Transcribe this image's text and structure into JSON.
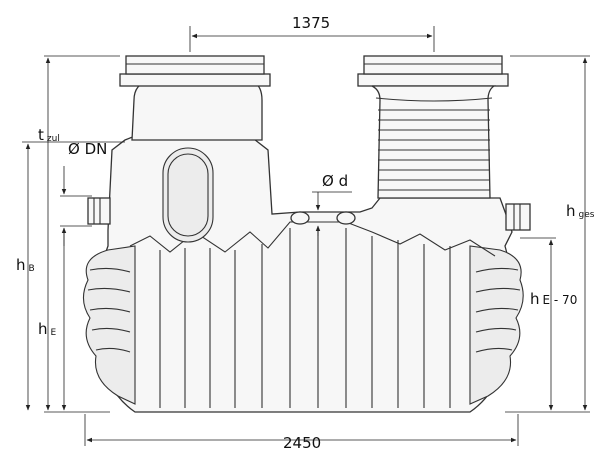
{
  "dimensions": {
    "top_width": "1375",
    "bottom_width": "2450",
    "pipe_diameter": "Ø d",
    "inlet_diameter": "Ø DN",
    "t_zul": {
      "main": "t",
      "sub": "zul"
    },
    "h_b": {
      "main": "h",
      "sub": "B"
    },
    "h_e": {
      "main": "h",
      "sub": "E"
    },
    "h_e70": {
      "main": "h",
      "sub": "E - 70"
    },
    "h_ges": {
      "main": "h",
      "sub": "ges"
    }
  },
  "colors": {
    "line": "#333333",
    "fill": "#f7f7f7",
    "background": "#ffffff"
  }
}
